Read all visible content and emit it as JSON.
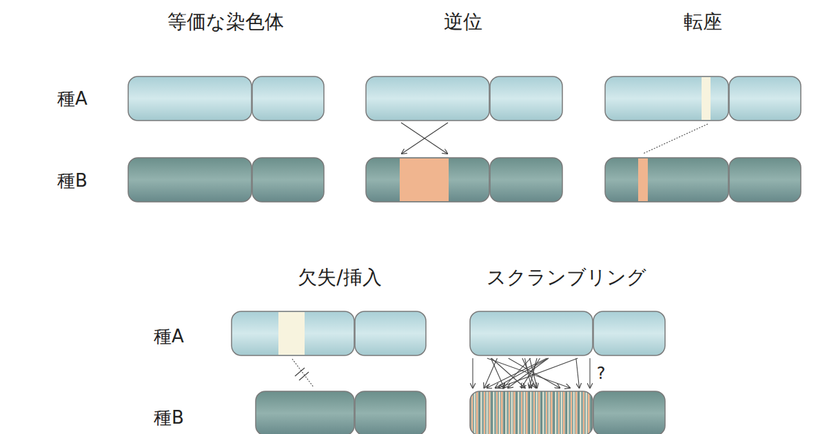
{
  "diagram": {
    "labels": [
      "等価な染色体",
      "逆位",
      "転座",
      "種A",
      "種B",
      "欠失/挿入",
      "スクランブリング",
      "種A",
      "種B",
      "?"
    ]
  }
}
